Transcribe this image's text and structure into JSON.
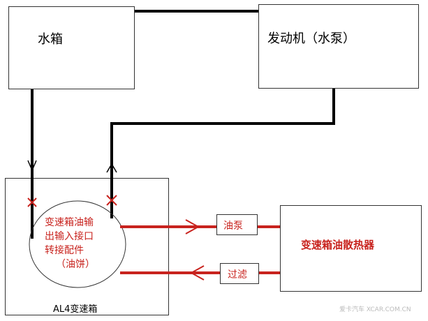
{
  "nodes": {
    "water_tank": "水箱",
    "engine": "发动机（水泵）",
    "gearbox": "AL4变速箱",
    "adapter": [
      "变速箱油输",
      "出输入接口",
      "转接配件",
      "（油饼）"
    ],
    "pump": "油泵",
    "filter": "过滤",
    "cooler": "变速箱油散热器"
  },
  "watermark": "爱卡汽车 XCAR.COM.CN",
  "colors": {
    "line": "#000000",
    "oil": "#c8231e",
    "box_border": "#333333"
  }
}
